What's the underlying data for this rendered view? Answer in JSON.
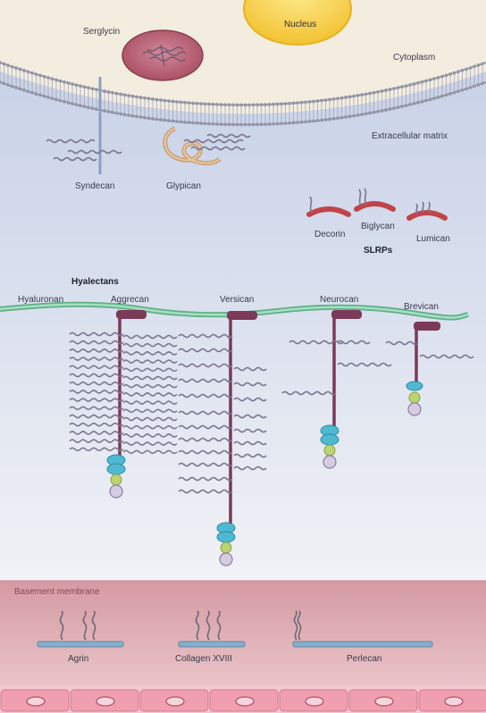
{
  "labels": {
    "nucleus": "Nucleus",
    "serglycin": "Serglycin",
    "cytoplasm": "Cytoplasm",
    "extracellular_matrix": "Extracellular matrix",
    "syndecan": "Syndecan",
    "glypican": "Glypican",
    "decorin": "Decorin",
    "biglycan": "Biglycan",
    "lumican": "Lumican",
    "slrps": "SLRPs",
    "hyalectans": "Hyalectans",
    "hyaluronan": "Hyaluronan",
    "aggrecan": "Aggrecan",
    "versican": "Versican",
    "neurocan": "Neurocan",
    "brevican": "Brevican",
    "basement_membrane": "Basement membrane",
    "agrin": "Agrin",
    "collagen_xviii": "Collagen XVIII",
    "perlecan": "Perlecan"
  },
  "colors": {
    "cell_membrane": "#7d7e8e",
    "cytoplasm": "#f3ede0",
    "ecm_gradient_top": "#c6d1e8",
    "ecm_gradient_bottom": "#eef0f5",
    "nucleus": "#f9d14a",
    "serglycin": "#b5586a",
    "core_protein": "#7a3a58",
    "hyaluronan": "#7ec7a0",
    "gag_chain": "#7c7690",
    "slrp_core": "#c0454a",
    "domain_blue": "#4fb9d2",
    "domain_green": "#b9d470",
    "domain_purple": "#b7a6c9",
    "basement_membrane": "#dca6ad",
    "bm_bar": "#86aecb",
    "epithelium": "#e8a7b3"
  }
}
